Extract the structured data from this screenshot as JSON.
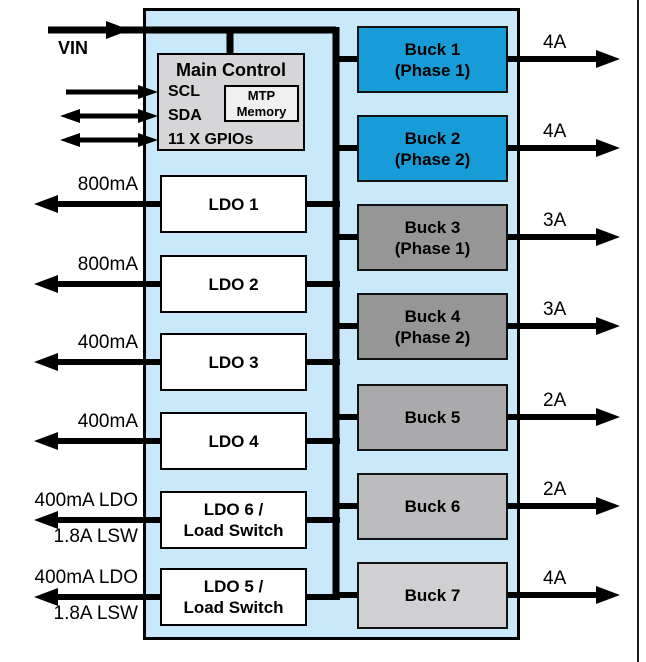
{
  "input": {
    "vin": "VIN"
  },
  "main_control": {
    "title": "Main Control",
    "signals": [
      {
        "label": "SCL"
      },
      {
        "label": "SDA"
      },
      {
        "label": "11 X GPIOs"
      }
    ],
    "mtp_memory": {
      "line1": "MTP",
      "line2": "Memory"
    }
  },
  "ldos": [
    {
      "line1": "LDO 1",
      "line2": "",
      "output": "800mA"
    },
    {
      "line1": "LDO 2",
      "line2": "",
      "output": "800mA"
    },
    {
      "line1": "LDO 3",
      "line2": "",
      "output": "400mA"
    },
    {
      "line1": "LDO 4",
      "line2": "",
      "output": "400mA"
    },
    {
      "line1": "LDO 6 /",
      "line2": "Load Switch",
      "output": "400mA LDO",
      "output2": "1.8A LSW"
    },
    {
      "line1": "LDO 5 /",
      "line2": "Load Switch",
      "output": "400mA LDO",
      "output2": "1.8A LSW"
    }
  ],
  "bucks": [
    {
      "line1": "Buck 1",
      "line2": "(Phase 1)",
      "output": "4A",
      "color": "#189CD8"
    },
    {
      "line1": "Buck 2",
      "line2": "(Phase 2)",
      "output": "4A",
      "color": "#189CD8"
    },
    {
      "line1": "Buck 3",
      "line2": "(Phase 1)",
      "output": "3A",
      "color": "#969696"
    },
    {
      "line1": "Buck 4",
      "line2": "(Phase 2)",
      "output": "3A",
      "color": "#969696"
    },
    {
      "line1": "Buck 5",
      "line2": "",
      "output": "2A",
      "color": "#AAAAAC"
    },
    {
      "line1": "Buck 6",
      "line2": "",
      "output": "2A",
      "color": "#BCBCBE"
    },
    {
      "line1": "Buck 7",
      "line2": "",
      "output": "4A",
      "color": "#D0D0D2"
    }
  ],
  "colors": {
    "chip_fill": "#C9E9FA",
    "buck_blue": "#189CD8",
    "buck_gray_dark": "#969696",
    "buck5_gray": "#AAAAAC",
    "buck6_gray": "#BCBCBE",
    "buck7_gray": "#D0D0D2",
    "control_fill": "#D6D6D8",
    "mtp_fill": "#F0F0F0",
    "ldo_fill": "#FFFFFF",
    "line": "#000000"
  }
}
